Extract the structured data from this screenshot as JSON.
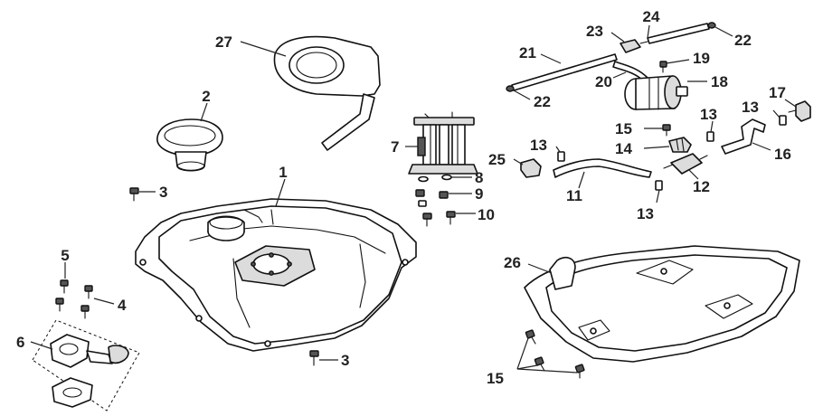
{
  "callouts": {
    "c1": "1",
    "c2": "2",
    "c3a": "3",
    "c3b": "3",
    "c4": "4",
    "c5": "5",
    "c6": "6",
    "c7": "7",
    "c8": "8",
    "c9": "9",
    "c10": "10",
    "c11": "11",
    "c12": "12",
    "c13a": "13",
    "c13b": "13",
    "c13c": "13",
    "c13d": "13",
    "c14": "14",
    "c15a": "15",
    "c15b": "15",
    "c16": "16",
    "c17": "17",
    "c18": "18",
    "c19": "19",
    "c20": "20",
    "c21": "21",
    "c22a": "22",
    "c22b": "22",
    "c23": "23",
    "c24": "24",
    "c25": "25",
    "c26": "26",
    "c27": "27"
  },
  "colors": {
    "line": "#111111",
    "label": "#222222",
    "shade": "#dcdcdc"
  }
}
